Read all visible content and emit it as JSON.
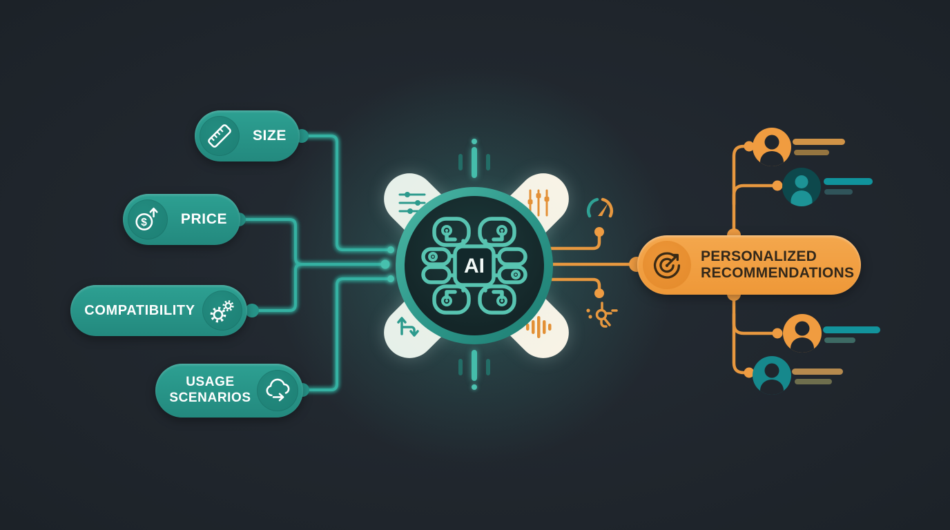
{
  "diagram": {
    "center": {
      "label": "AI",
      "icon": "ai-circuit-brain-icon"
    },
    "inputs": [
      {
        "label": "SIZE",
        "icon": "ruler-icon"
      },
      {
        "label": "PRICE",
        "icon": "price-increase-icon"
      },
      {
        "label": "COMPATIBILITY",
        "icon": "gears-icon"
      },
      {
        "label": "USAGE SCENARIOS",
        "icon": "cloud-sync-icon"
      }
    ],
    "output": {
      "label": "PERSONALIZED RECOMMENDATIONS",
      "icon": "target-arrow-icon"
    },
    "satellite_icons": [
      "sliders-horizontal-icon",
      "sliders-vertical-icon",
      "flow-path-icon",
      "waveform-icon",
      "gauge-icon",
      "decision-tree-icon"
    ],
    "users": [
      {
        "icon": "user-avatar-icon",
        "disc_color": "#f09c40",
        "person_color": "#20262d",
        "bars": [
          "#d09347",
          "#957540"
        ]
      },
      {
        "icon": "user-avatar-icon",
        "disc_color": "#0d484c",
        "person_color": "#1d9396",
        "bars": [
          "#10939c",
          "#30545a"
        ]
      },
      {
        "icon": "user-avatar-icon",
        "disc_color": "#f09c40",
        "person_color": "#20262d",
        "bars": [
          "#12939c",
          "#3d6a64"
        ]
      },
      {
        "icon": "user-avatar-icon",
        "disc_color": "#16888c",
        "person_color": "#20262d",
        "bars": [
          "#b68a4e",
          "#6e6e4d"
        ]
      }
    ],
    "colors": {
      "background": "#20262d",
      "input_pill": "#28988c",
      "input_icon_circle": "#1f8478",
      "input_text": "#ffffff",
      "connector_teal": "#2fa89a",
      "connector_orange": "#e8983f",
      "output_pill": "#f1a046",
      "output_icon_circle": "#e88f31",
      "output_text": "#33281a",
      "center_ring": "#33a193",
      "center_circle": "#152a2c",
      "brain_stroke": "#58c4b1",
      "capsule": "#f2f1e6"
    }
  }
}
